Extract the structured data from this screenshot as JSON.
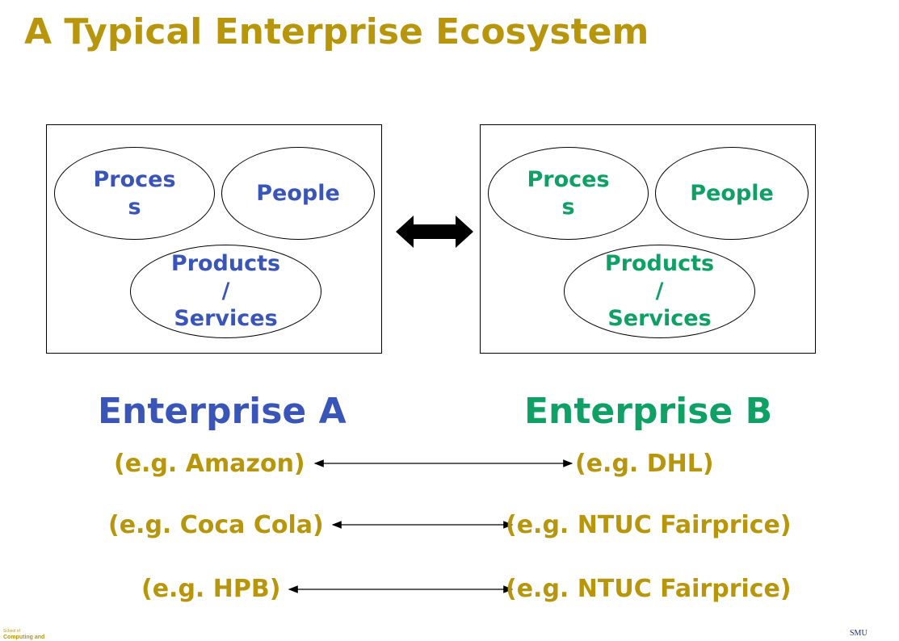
{
  "title": "A Typical Enterprise Ecosystem",
  "enterprise_a": {
    "label": "Enterprise A",
    "color": "#3a55b8",
    "process_line1": "Proces",
    "process_line2": "s",
    "people": "People",
    "products_line1": "Products",
    "products_line2": "/",
    "products_line3": "Services"
  },
  "enterprise_b": {
    "label": "Enterprise B",
    "color": "#0ea064",
    "process_line1": "Proces",
    "process_line2": "s",
    "people": "People",
    "products_line1": "Products",
    "products_line2": "/",
    "products_line3": "Services"
  },
  "examples": [
    {
      "left": "(e.g. Amazon)",
      "right": "(e.g. DHL)"
    },
    {
      "left": "(e.g. Coca Cola)",
      "right": "(e.g. NTUC Fairprice)"
    },
    {
      "left": "(e.g. HPB)",
      "right": "(e.g. NTUC Fairprice)"
    }
  ],
  "footer": {
    "school_small": "School of",
    "school_name": "Computing and",
    "logo_text": "SMU"
  },
  "accent_color": "#b8960c"
}
